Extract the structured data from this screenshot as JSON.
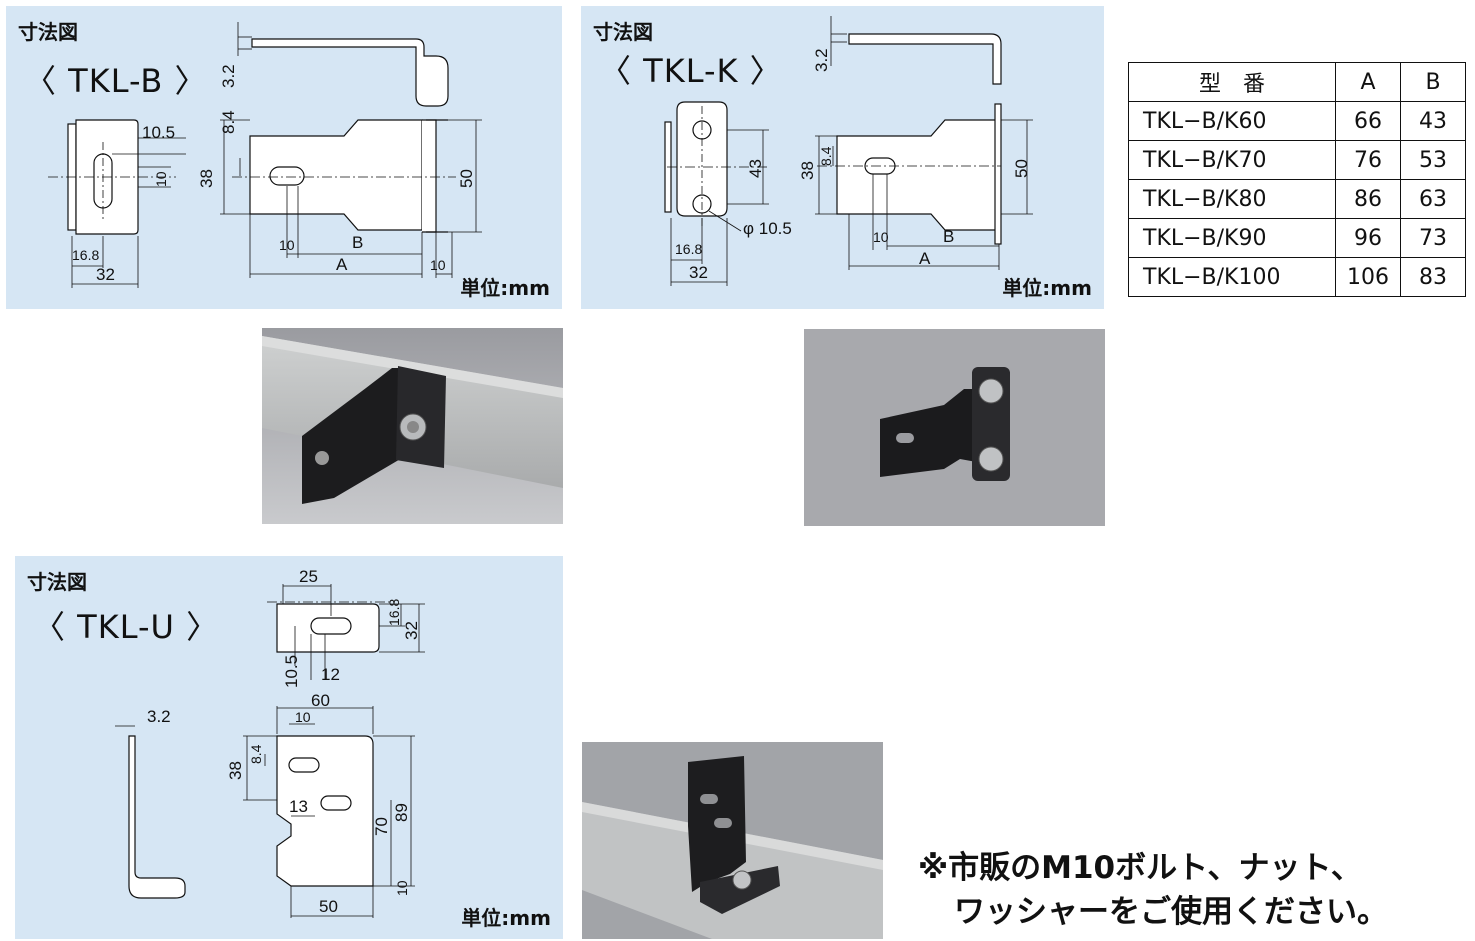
{
  "panels": {
    "b": {
      "title": "寸法図",
      "model": "〈 TKL-B 〉",
      "unit": "単位:mm"
    },
    "k": {
      "title": "寸法図",
      "model": "〈 TKL-K 〉",
      "unit": "単位:mm"
    },
    "u": {
      "title": "寸法図",
      "model": "〈 TKL-U 〉",
      "unit": "単位:mm"
    }
  },
  "dims": {
    "b": {
      "t": "3.2",
      "d8": "8.4",
      "d38": "38",
      "d50": "50",
      "d10r": "10",
      "dA": "A",
      "dB": "B",
      "d10a": "10",
      "d105": "10.5",
      "d10s": "10",
      "d168": "16.8",
      "d32": "32"
    },
    "k": {
      "t": "3.2",
      "d43": "43",
      "phi": "φ 10.5",
      "d168": "16.8",
      "d32": "32",
      "d38": "38",
      "d8": "8.4",
      "d50": "50",
      "d10": "10",
      "dB": "B",
      "dA": "A"
    },
    "u": {
      "d25": "25",
      "d168": "16.8",
      "d32": "32",
      "d105": "10.5",
      "d12": "12",
      "t": "3.2",
      "d60": "60",
      "d10": "10",
      "d38": "38",
      "d8": "8.4",
      "d13": "13",
      "d70": "70",
      "d89": "89",
      "d10b": "10",
      "d50": "50"
    }
  },
  "table": {
    "headers": [
      "型　番",
      "A",
      "B"
    ],
    "rows": [
      {
        "model": "TKL−B/K60",
        "a": "66",
        "b": "43"
      },
      {
        "model": "TKL−B/K70",
        "a": "76",
        "b": "53"
      },
      {
        "model": "TKL−B/K80",
        "a": "86",
        "b": "63"
      },
      {
        "model": "TKL−B/K90",
        "a": "96",
        "b": "73"
      },
      {
        "model": "TKL−B/K100",
        "a": "106",
        "b": "83"
      }
    ]
  },
  "note": {
    "line1": "※市販のM10ボルト、ナット、",
    "line2": "ワッシャーをご使用ください。"
  },
  "colors": {
    "panel": "#d6e6f4",
    "bracket": "#1b1b1d",
    "steel": "#b9bcbd"
  }
}
